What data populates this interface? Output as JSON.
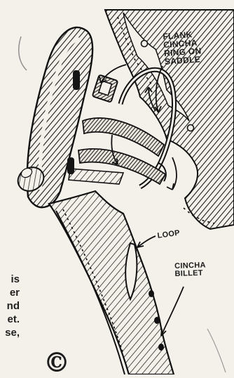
{
  "labels": {
    "flank": [
      "FLANK",
      "CINCHA",
      "RING ON",
      "SADDLE"
    ],
    "loop": "LOOP",
    "cincha_billet": [
      "CINCHA",
      "BILLET"
    ]
  },
  "copyright_mark": "©",
  "text_fragments": [
    "is",
    "er",
    "nd",
    "et.",
    "se,"
  ],
  "colors": {
    "paper": "#f4f0ea",
    "ink": "#1b1b1b"
  }
}
